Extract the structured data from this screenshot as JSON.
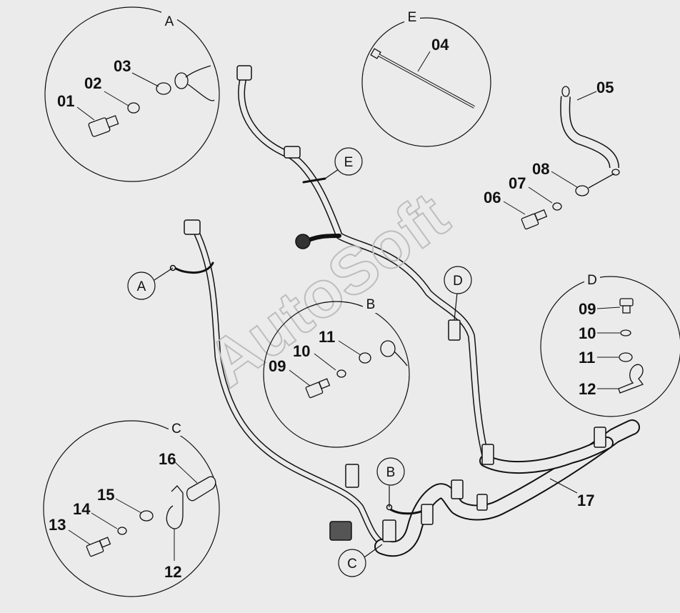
{
  "watermark": "AutoSoft",
  "colors": {
    "background": "#ebebeb",
    "line": "#111111",
    "watermark": "#bdbdbd"
  },
  "detail_labels": {
    "A": "A",
    "B": "B",
    "C": "C",
    "D": "D",
    "E": "E"
  },
  "callouts": {
    "A": "A",
    "B": "B",
    "C": "C",
    "D": "D",
    "E": "E"
  },
  "parts": {
    "01": "01",
    "02": "02",
    "03": "03",
    "04": "04",
    "05": "05",
    "06": "06",
    "07": "07",
    "08": "08",
    "09_b": "09",
    "10_b": "10",
    "11_b": "11",
    "09_d": "09",
    "10_d": "10",
    "11_d": "11",
    "12_d": "12",
    "12_c": "12",
    "13": "13",
    "14": "14",
    "15": "15",
    "16": "16",
    "17": "17"
  }
}
